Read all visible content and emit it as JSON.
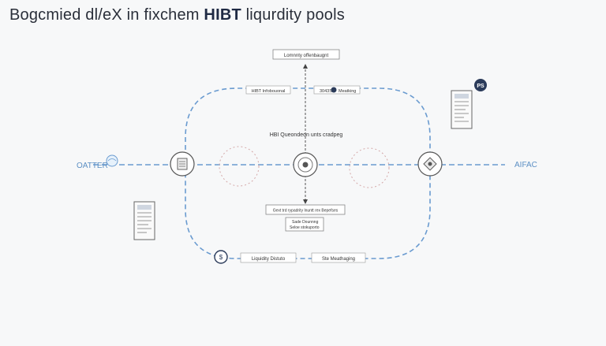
{
  "title": {
    "prefix": "Bogcmied dl/eX in fixchem ",
    "bold": "HIBT",
    "suffix": " liqurdity pools"
  },
  "labels": {
    "top_box": "Lomnnty offenbaugnt",
    "left_tag": "HIBT Infobouonal",
    "right_tag": "3043S",
    "right_tag_suffix": "Meatking",
    "center_caption": "HBI Queondeon unts cradpeg",
    "center_box": "Gext trd rypadrity lnuntt rex Bepefses",
    "sub_box_line1": "Sade Dounnng",
    "sub_box_line2": "Seloe stokuporto",
    "bottom_left": "Liquidity Distuto",
    "bottom_right": "Ste Meathaging",
    "side_left": "OATTER",
    "side_right": "AIFAC",
    "badge": "PS"
  },
  "colors": {
    "accent": "#5c8fc4",
    "dark": "#2b3b5a",
    "line": "#6a9bd0"
  }
}
